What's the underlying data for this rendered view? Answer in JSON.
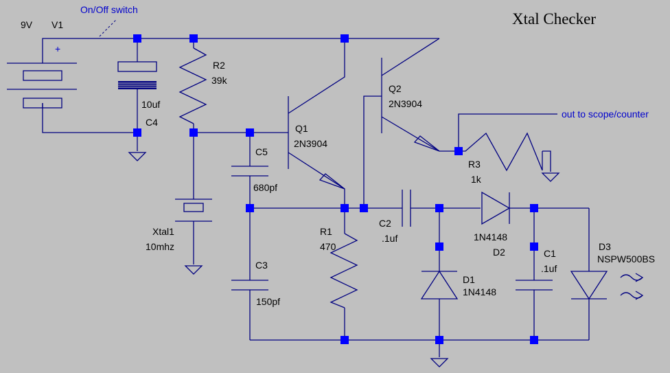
{
  "title": "Xtal Checker",
  "notes": {
    "switch": "On/Off switch",
    "output": "out to scope/counter"
  },
  "components": {
    "battery": {
      "value": "9V",
      "ref": "V1",
      "polarity": "+"
    },
    "c4": {
      "value": "10uf",
      "ref": "C4"
    },
    "r2": {
      "ref": "R2",
      "value": "39k"
    },
    "q1": {
      "ref": "Q1",
      "value": "2N3904"
    },
    "q2": {
      "ref": "Q2",
      "value": "2N3904"
    },
    "c5": {
      "ref": "C5",
      "value": "680pf"
    },
    "xtal": {
      "ref": "Xtal1",
      "value": "10mhz"
    },
    "c3": {
      "ref": "C3",
      "value": "150pf"
    },
    "r1": {
      "ref": "R1",
      "value": "470"
    },
    "c2": {
      "ref": "C2",
      "value": ".1uf"
    },
    "r3": {
      "ref": "R3",
      "value": "1k"
    },
    "d2": {
      "value": "1N4148",
      "ref": "D2"
    },
    "d1": {
      "ref": "D1",
      "value": "1N4148"
    },
    "c1": {
      "ref": "C1",
      "value": ".1uf"
    },
    "d3": {
      "ref": "D3",
      "value": "NSPW500BS"
    }
  },
  "colors": {
    "background": "#c0c0c0",
    "wire": "#000080",
    "junction": "#0000ff",
    "text": "#000000",
    "note_text": "#0000cc"
  }
}
